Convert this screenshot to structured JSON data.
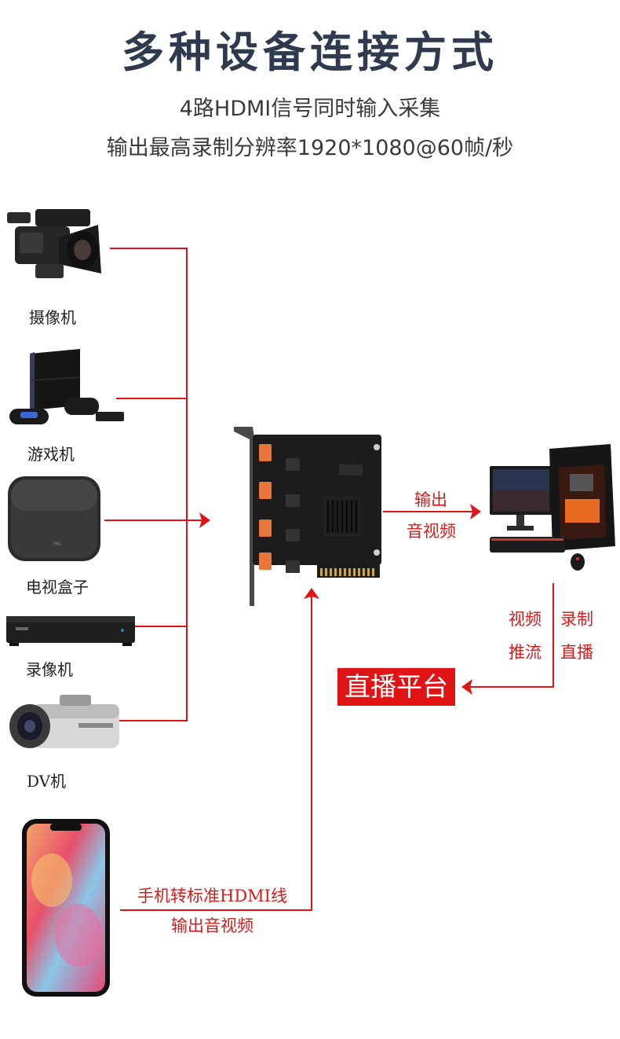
{
  "title": "多种设备连接方式",
  "subtitle1": "4路HDMI信号同时输入采集",
  "subtitle2": "输出最高录制分辨率1920*1080@60帧/秒",
  "devices": {
    "camcorder": "摄像机",
    "game_console": "游戏机",
    "tv_box": "电视盒子",
    "recorder": "录像机",
    "dv": "DV机"
  },
  "output_label": [
    "输出",
    "音视频"
  ],
  "pc_actions": {
    "left": [
      "视频",
      "推流"
    ],
    "right": [
      "录制",
      "直播"
    ]
  },
  "platform": "直播平台",
  "phone_label": [
    "手机转标准HDMI线",
    "输出音视频"
  ],
  "colors": {
    "line": "#e01414",
    "title": "#2f3a4e",
    "board": "#1c1c1c",
    "port": "#e8763a"
  }
}
